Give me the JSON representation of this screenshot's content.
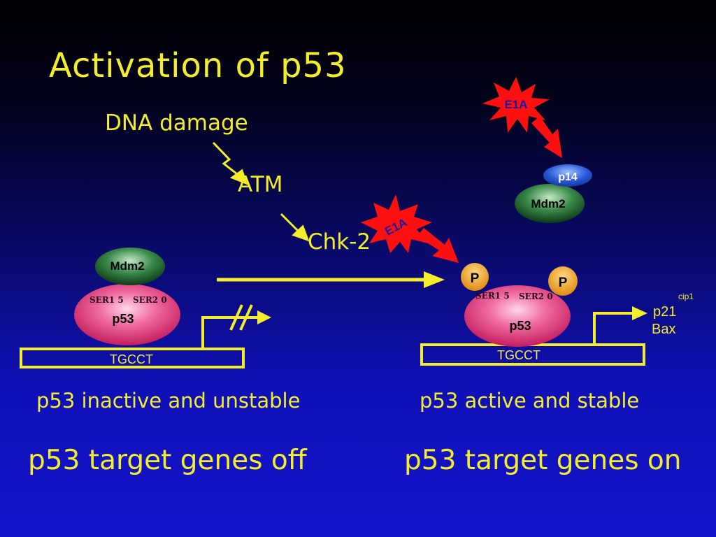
{
  "title": "Activation of p53",
  "pathway": {
    "dna_damage": "DNA damage",
    "atm": "ATM",
    "chk2": "Chk-2"
  },
  "left_complex": {
    "mdm2": "Mdm2",
    "ser15": "SER1 5",
    "ser20": "SER2 0",
    "p53": "p53",
    "tgcct": "TGCCT"
  },
  "right_complex": {
    "p_left": "P",
    "p_right": "P",
    "ser15": "SER1 5",
    "ser20": "SER2 0",
    "p53": "p53",
    "tgcct": "TGCCT",
    "p21": "p21",
    "cip1": "cip1",
    "bax": "Bax"
  },
  "e1a_top": "E1A",
  "e1a_mid": "E1A",
  "p14": "p14",
  "mdm2_free": "Mdm2",
  "captions": {
    "left_state": "p53 inactive and unstable",
    "right_state": "p53 active and stable",
    "left_genes": "p53 target genes off",
    "right_genes": "p53 target genes on"
  },
  "colors": {
    "text_yellow": "#f4ee2a",
    "e1a_red": "#ff1010",
    "p53_pink": "#e0387a",
    "mdm2_green": "#1e5a2a",
    "p14_blue": "#2a5ad8",
    "phospho_orange": "#f0a020"
  }
}
